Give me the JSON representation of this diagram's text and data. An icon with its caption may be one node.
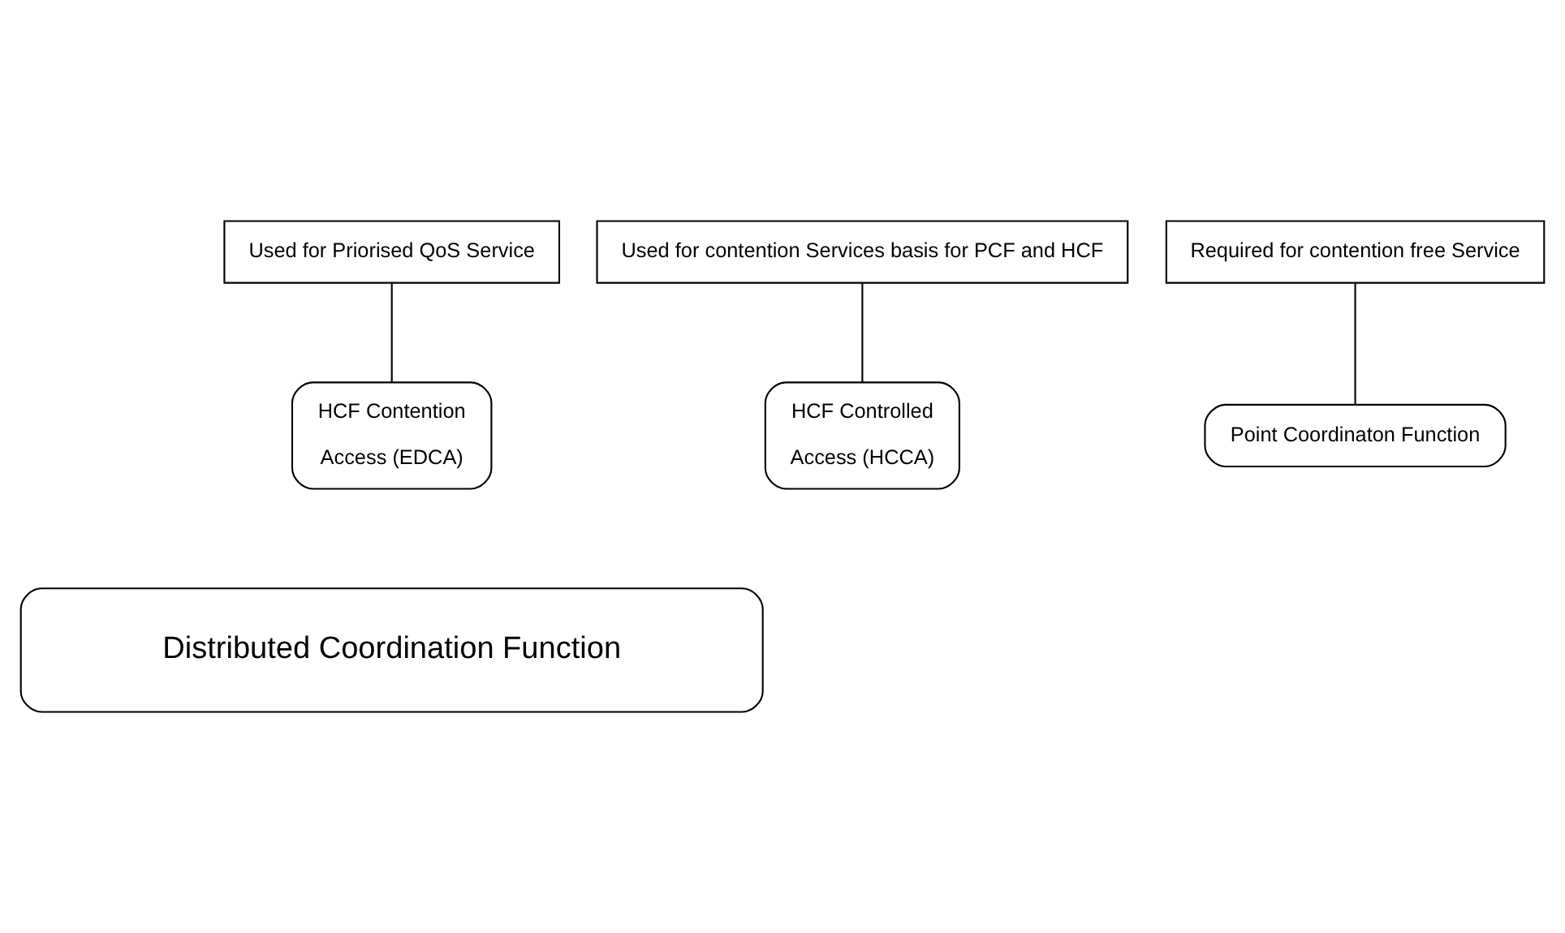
{
  "diagram": {
    "nodes": [
      {
        "text": [
          "Used for Priorised QoS Service"
        ]
      },
      {
        "text": [
          "Used for contention Services basis for PCF and HCF"
        ]
      },
      {
        "text": [
          "Required for contention free Service"
        ]
      },
      {
        "text": [
          "Point Coordinaton Function"
        ]
      },
      {
        "text": [
          "HCF Contention",
          "Access (EDCA)"
        ]
      },
      {
        "text": [
          "HCF Controlled",
          "Access (HCCA)"
        ]
      },
      {
        "text": [
          "Distributed Coordination Function"
        ]
      }
    ],
    "edges": [
      {
        "from": 2,
        "to": 3,
        "arrow": "none"
      },
      {
        "from": 0,
        "to": 4,
        "arrow": "none"
      },
      {
        "from": 1,
        "to": 5,
        "arrow": "none"
      }
    ]
  }
}
